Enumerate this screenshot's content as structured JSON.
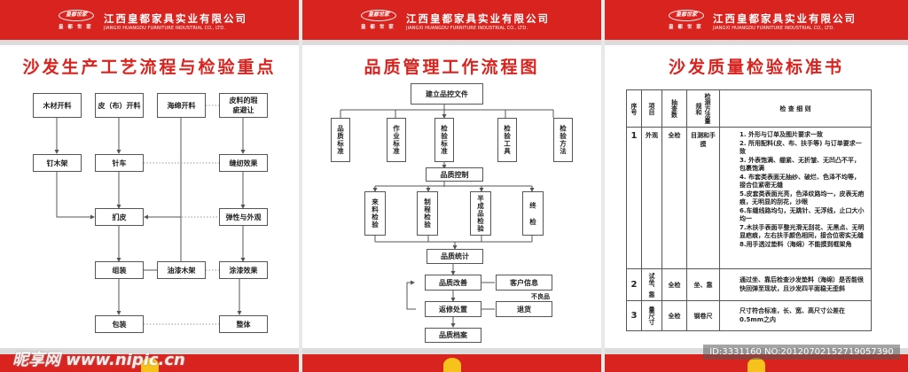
{
  "company": {
    "name_cn": "江西皇都家具实业有限公司",
    "name_en": "JIANGXI HUANGDU FURNITURE INDUSTRIAL CO., LTD.",
    "logo_text": "皇都世家",
    "logo_sub": "皇 都 世 家"
  },
  "colors": {
    "brand_red": "#d8231e",
    "emblem_yellow": "#f6c21b",
    "line": "#555555"
  },
  "panel1": {
    "title": "沙发生产工艺流程与检验重点",
    "nodes": {
      "wood_cut": "木材开料",
      "leather_cut": "皮（布）开料",
      "sponge_cut": "海绵开料",
      "leather_defect": "皮料的瑕疵避让",
      "nail_frame": "钉木架",
      "sewing": "针车",
      "seam_effect": "缝纫效果",
      "upholstery": "扪皮",
      "elastic_look": "弹性与外观",
      "assembly": "组装",
      "paint_frame": "油漆木架",
      "paint_effect": "涂漆效果",
      "packing": "包装",
      "overall": "整体"
    }
  },
  "panel2": {
    "title": "品质管理工作流程图",
    "nodes": {
      "create_docs": "建立品控文件",
      "quality_std": "品质标准",
      "work_std": "作业标准",
      "inspect_std": "检验标准",
      "inspect_tools": "检验工具",
      "inspect_method": "检验方法",
      "quality_control": "品质控制",
      "incoming": "来料检验",
      "process": "制程检验",
      "semi": "半成品检验",
      "final": "终 检",
      "stats": "品质统计",
      "improve": "品质改善",
      "customer_info": "客户信息",
      "rework": "返修处置",
      "returns": "退货",
      "defect_label": "不良品",
      "archive": "品质档案"
    }
  },
  "panel3": {
    "title": "沙发质量检验标准书",
    "columns": [
      "序号",
      "项目",
      "抽查数",
      "检测方法量规和",
      "检 查 细 则"
    ],
    "rows": [
      {
        "no": "1",
        "item": "外观",
        "sample": "全检",
        "method": "目测和手摸",
        "details": [
          "1. 外形与订单及图片要求一致",
          "2. 所用配料(皮、布、扶手等) 与订单要求一致",
          "3. 外表饱满、绷紧、无折皱、无凹凸不平，包裹饱满",
          "4. 布套类表面无抽纱、破烂、色泽不均等，接合位紧密无缝",
          "5.皮套类表面光亮，色泽纹路均一，皮表无疤痕，无明显的刮花，沙眼",
          "6.车缝线路均匀，无跳针、无浮线，止口大小均一",
          "7.木扶手表面平整光滑无刮花、无黑点、无明显疤痕，左右扶手颜色相同，接合位密实无缝",
          "8.用手透过垫料（海绵）不能摸到框架角"
        ]
      },
      {
        "no": "2",
        "item": "试坐、靠",
        "sample": "全检",
        "method": "坐、靠",
        "details": [
          "通过坐、靠后检查沙发垫料（海绵）是否能很快回弹至现状，且沙发四平面稳无歪斜"
        ]
      },
      {
        "no": "3",
        "item": "量尺寸",
        "sample": "全检",
        "method": "钢卷尺",
        "details": [
          "尺寸符合标准，长、宽、高尺寸公差在0.5mm之内"
        ]
      }
    ]
  },
  "watermark": {
    "site": "昵享网 www.nipic.cn",
    "id_text": "ID:3331160 NO:20120702152719057390"
  }
}
